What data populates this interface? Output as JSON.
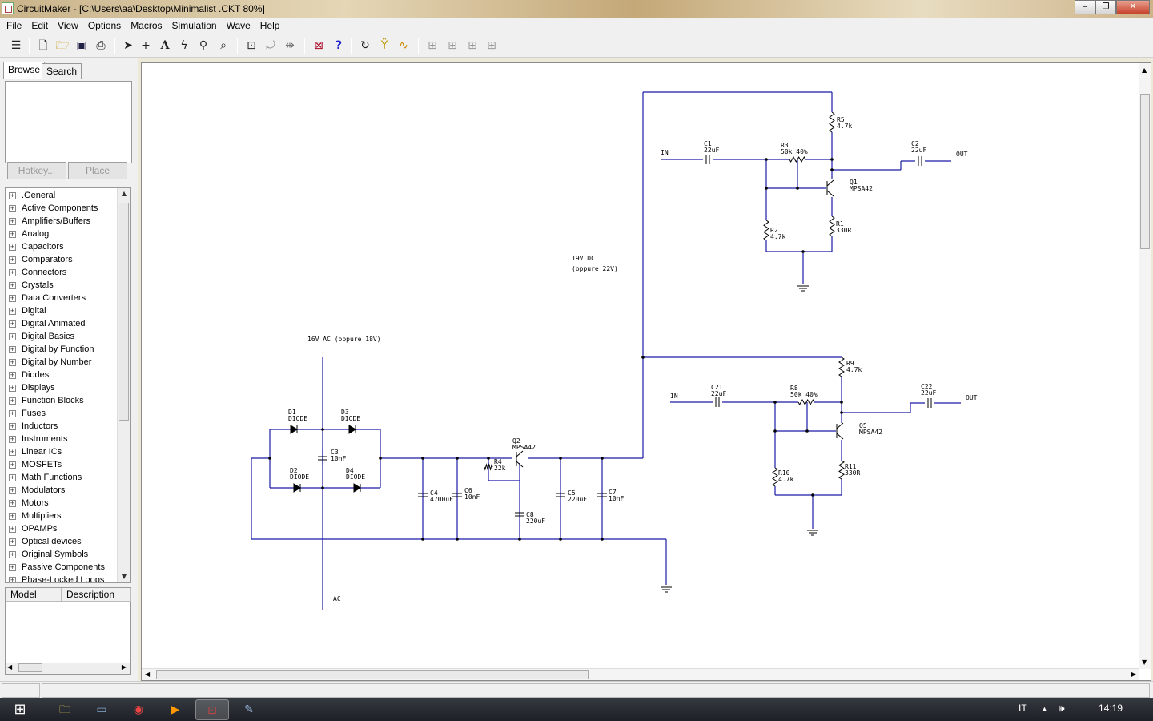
{
  "window": {
    "title": "CircuitMaker - [C:\\Users\\aa\\Desktop\\Minimalist .CKT 80%]",
    "minimize": "–",
    "maximize": "❐",
    "close": "✕"
  },
  "menu": [
    "File",
    "Edit",
    "View",
    "Options",
    "Macros",
    "Simulation",
    "Wave",
    "Help"
  ],
  "toolbar": {
    "icons": [
      "stack-icon",
      "new-icon",
      "open-icon",
      "save-icon",
      "print-icon",
      "arrow-icon",
      "wire-icon",
      "text-icon",
      "probe-icon",
      "wand-icon",
      "zoom-icon",
      "zoom-fit-icon",
      "rotate-icon",
      "mirror-icon",
      "digital-icon",
      "help-icon",
      "reset-icon",
      "step-icon",
      "run-icon",
      "macro-icon"
    ]
  },
  "browser": {
    "tabs": [
      "Browse",
      "Search"
    ],
    "hotkey": "Hotkey...",
    "place": "Place",
    "categories": [
      ".General",
      "Active Components",
      "Amplifiers/Buffers",
      "Analog",
      "Capacitors",
      "Comparators",
      "Connectors",
      "Crystals",
      "Data Converters",
      "Digital",
      "Digital Animated",
      "Digital Basics",
      "Digital by Function",
      "Digital by Number",
      "Diodes",
      "Displays",
      "Function Blocks",
      "Fuses",
      "Inductors",
      "Instruments",
      "Linear ICs",
      "MOSFETs",
      "Math Functions",
      "Modulators",
      "Motors",
      "Multipliers",
      "OPAMPs",
      "Optical devices",
      "Original Symbols",
      "Passive Components",
      "Phase-Locked Loops"
    ],
    "model_header": "Model",
    "description_header": "Description"
  },
  "schematic": {
    "supply_ac": "16V AC (oppure 18V)",
    "supply_dc_1": "19V DC",
    "supply_dc_2": "(oppure 22V)",
    "ac_label": "AC",
    "in": "IN",
    "out": "OUT",
    "parts": {
      "D1": [
        "D1",
        "DIODE"
      ],
      "D2": [
        "D2",
        "DIODE"
      ],
      "D3": [
        "D3",
        "DIODE"
      ],
      "D4": [
        "D4",
        "DIODE"
      ],
      "C3": [
        "C3",
        "10nF"
      ],
      "C4": [
        "C4",
        "4700uF"
      ],
      "C6": [
        "C6",
        "10nF"
      ],
      "R4": [
        "R4",
        "22k"
      ],
      "Q2": [
        "Q2",
        "MPSA42"
      ],
      "C8": [
        "C8",
        "220uF"
      ],
      "C5": [
        "C5",
        "220uF"
      ],
      "C7": [
        "C7",
        "10nF"
      ],
      "C1": [
        "C1",
        "22uF"
      ],
      "R3": [
        "R3",
        "50k 40%"
      ],
      "R5": [
        "R5",
        "4.7k"
      ],
      "Q1": [
        "Q1",
        "MPSA42"
      ],
      "R2": [
        "R2",
        "4.7k"
      ],
      "R1": [
        "R1",
        "330R"
      ],
      "C2": [
        "C2",
        "22uF"
      ],
      "C21": [
        "C21",
        "22uF"
      ],
      "R8": [
        "R8",
        "50k 40%"
      ],
      "R9": [
        "R9",
        "4.7k"
      ],
      "Q5": [
        "Q5",
        "MPSA42"
      ],
      "R10": [
        "R10",
        "4.7k"
      ],
      "R11": [
        "R11",
        "330R"
      ],
      "C22": [
        "C22",
        "22uF"
      ]
    }
  },
  "taskbar": {
    "apps": [
      "start-orb-icon",
      "explorer-icon",
      "monitor-icon",
      "chrome-icon",
      "media-player-icon",
      "circuitmaker-icon",
      "paint-icon"
    ],
    "lang": "IT",
    "clock": "14:19"
  }
}
